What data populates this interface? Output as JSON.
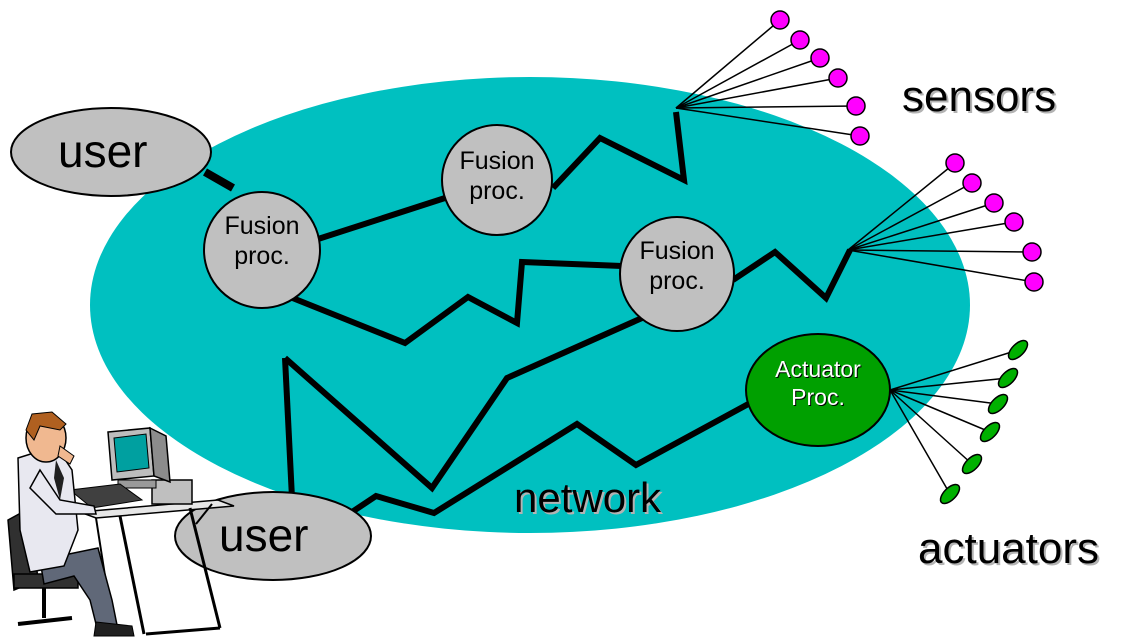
{
  "labels": {
    "sensors": "sensors",
    "actuators": "actuators",
    "network": "network",
    "user_top": "user",
    "user_bottom": "user"
  },
  "nodes": {
    "fusion_left": [
      "Fusion",
      "proc."
    ],
    "fusion_top": [
      "Fusion",
      "proc."
    ],
    "fusion_mid": [
      "Fusion",
      "proc."
    ],
    "actuator": [
      "Actuator",
      "Proc."
    ]
  },
  "colors": {
    "network": "#00c0c0",
    "fusion": "#c0c0c0",
    "actuator_proc": "#00a000",
    "sensor": "#ff00ff",
    "actuator": "#00b000",
    "link": "#000000"
  }
}
